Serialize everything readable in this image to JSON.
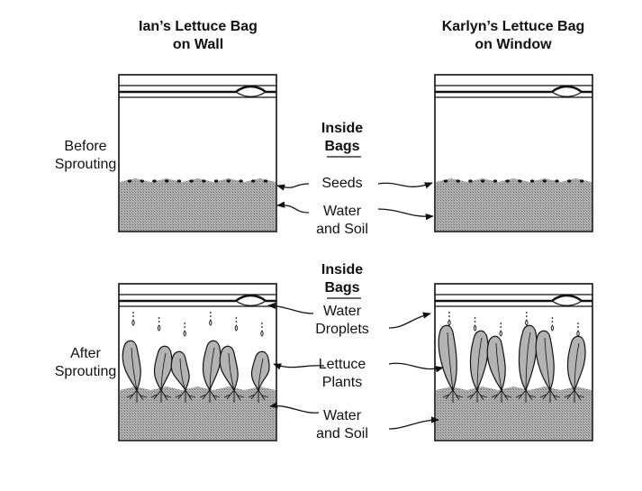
{
  "headers": {
    "left_title_line1": "Ian’s Lettuce Bag",
    "left_title_line2": "on Wall",
    "right_title_line1": "Karlyn’s Lettuce Bag",
    "right_title_line2": "on Window"
  },
  "stage_before": {
    "label_line1": "Before",
    "label_line2": "Sprouting",
    "inside_line1": "Inside",
    "inside_line2": "Bags",
    "seeds": "Seeds",
    "water_line1": "Water",
    "water_line2": "and Soil"
  },
  "stage_after": {
    "label_line1": "After",
    "label_line2": "Sprouting",
    "inside_line1": "Inside",
    "inside_line2": "Bags",
    "droplets_line1": "Water",
    "droplets_line2": "Droplets",
    "lettuce_line1": "Lettuce",
    "lettuce_line2": "Plants",
    "water_line1": "Water",
    "water_line2": "and Soil"
  },
  "colors": {
    "soil": "#a9a9a9",
    "leaf": "#b3b3b3",
    "line": "#111111"
  }
}
